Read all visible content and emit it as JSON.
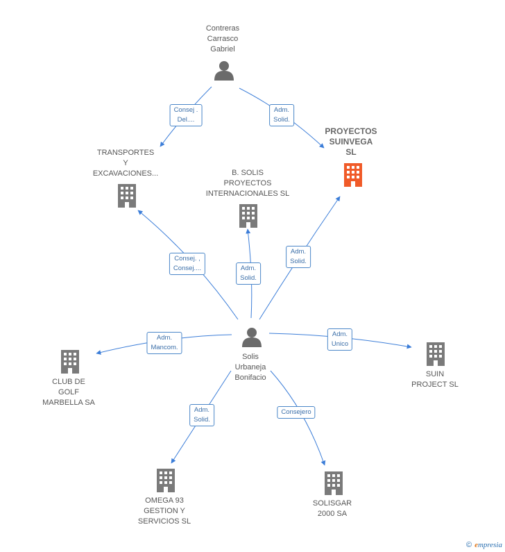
{
  "colors": {
    "edge": "#3b7dd8",
    "building": "#7a7a7a",
    "highlight": "#f05a28",
    "person": "#6b6b6b"
  },
  "nodes": {
    "contreras": {
      "lines": [
        "Contreras",
        "Carrasco",
        "Gabriel"
      ],
      "icon": "person-icon"
    },
    "solis": {
      "lines": [
        "Solis",
        "Urbaneja",
        "Bonifacio"
      ],
      "icon": "person-icon"
    },
    "proyectos": {
      "lines": [
        "PROYECTOS",
        "SUINVEGA",
        "SL"
      ],
      "icon": "building-icon"
    },
    "transportes": {
      "lines": [
        "TRANSPORTES",
        "Y",
        "EXCAVACIONES..."
      ],
      "icon": "building-icon"
    },
    "bsolis": {
      "lines": [
        "B.  SOLIS",
        "PROYECTOS",
        "INTERNACIONALES SL"
      ],
      "icon": "building-icon"
    },
    "clubgolf": {
      "lines": [
        "CLUB DE",
        "GOLF",
        "MARBELLA SA"
      ],
      "icon": "building-icon"
    },
    "suin": {
      "lines": [
        "SUIN",
        "PROJECT SL"
      ],
      "icon": "building-icon"
    },
    "omega": {
      "lines": [
        "OMEGA 93",
        "GESTION Y",
        "SERVICIOS SL"
      ],
      "icon": "building-icon"
    },
    "solisgar": {
      "lines": [
        "SOLISGAR",
        "2000 SA"
      ],
      "icon": "building-icon"
    }
  },
  "edges": {
    "contreras_transportes": [
      "Consej .",
      "Del...."
    ],
    "contreras_proyectos": [
      "Adm.",
      "Solid."
    ],
    "solis_transportes": [
      "Consej. ,",
      "Consej...."
    ],
    "solis_bsolis": [
      "Adm.",
      "Solid."
    ],
    "solis_proyectos": [
      "Adm.",
      "Solid."
    ],
    "solis_clubgolf": [
      "Adm.",
      "Mancom."
    ],
    "solis_suin": [
      "Adm.",
      "Unico"
    ],
    "solis_omega": [
      "Adm.",
      "Solid."
    ],
    "solis_solisgar": [
      "Consejero"
    ]
  },
  "brand": {
    "copyright": "©",
    "name_initial": "e",
    "name_rest": "mpresia"
  }
}
